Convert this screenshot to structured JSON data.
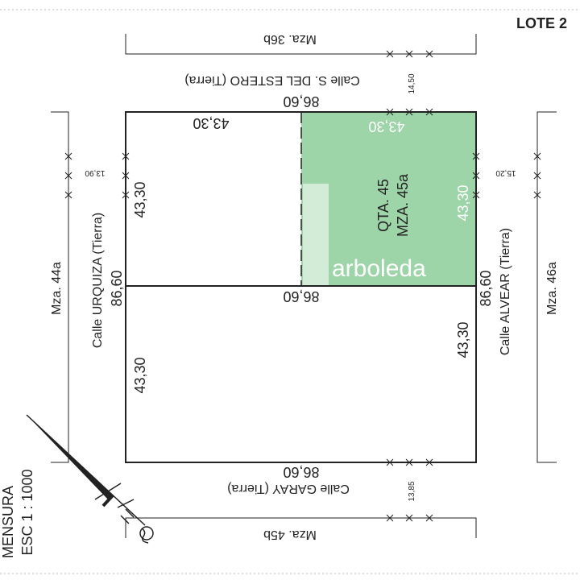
{
  "title": "LOTE  2",
  "scale_note": {
    "line1": "MENSURA",
    "line2": "ESC 1 : 1000"
  },
  "colors": {
    "lot_fill": "#9dd4a8",
    "line": "#222222",
    "watermark": "#ffffff",
    "frame_dots": "#bbbbbb"
  },
  "icons": {
    "north_arrow": "north-arrow-icon",
    "logo": "arboleda-logo-icon"
  },
  "logo_text": "arboleda",
  "blocks": {
    "top": "Mza. 36b",
    "bottom": "Mza. 45b",
    "left": "Mza. 44a",
    "right": "Mza. 46a"
  },
  "streets": {
    "top": "Calle S. DEL ESTERO (Tierra)",
    "bottom": "Calle GARAY (Tierra)",
    "left": "Calle URQUIZA (Tierra)",
    "right": "Calle ALVEAR (Tierra)"
  },
  "street_widths": {
    "top": "14,50",
    "bottom": "13,85",
    "left": "13,90",
    "right": "15,20"
  },
  "dimensions": {
    "top_total": "86,60",
    "middle": "86,60",
    "bottom_total": "86,60",
    "left_total": "86,60",
    "right_total": "86,60",
    "top_left_half": "43,30",
    "top_right_half": "43,30",
    "left_upper": "43,30",
    "left_lower": "43,30",
    "right_upper": "43,30",
    "right_lower": "43,30"
  },
  "lot_label": {
    "line1": "QTA. 45",
    "line2": "MZA. 45a"
  }
}
